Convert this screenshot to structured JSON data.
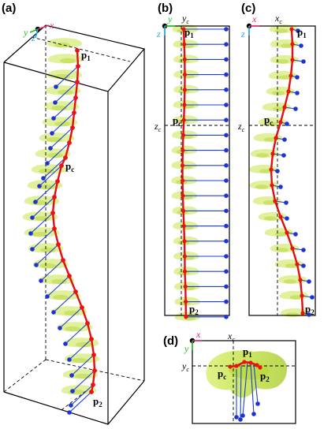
{
  "panels": {
    "a": {
      "label": "(a)",
      "axes": {
        "x": "x",
        "y": "y",
        "z": "z"
      },
      "points": {
        "p1": "p",
        "p1_sub": "1",
        "pc": "p",
        "pc_sub": "c",
        "p2": "p",
        "p2_sub": "2"
      }
    },
    "b": {
      "label": "(b)",
      "axes": {
        "y": "y",
        "z": "z"
      },
      "center_labels": {
        "top": "y",
        "top_sub": "c",
        "left": "z",
        "left_sub": "c"
      },
      "points": {
        "p1": "p",
        "p1_sub": "1",
        "pc": "p",
        "pc_sub": "c",
        "p2": "p",
        "p2_sub": "2"
      }
    },
    "c": {
      "label": "(c)",
      "axes": {
        "x": "x",
        "z": "z"
      },
      "center_labels": {
        "top": "x",
        "top_sub": "c",
        "left": "z",
        "left_sub": "c"
      },
      "points": {
        "p1": "p",
        "p1_sub": "1",
        "pc": "p",
        "pc_sub": "c",
        "p2": "p",
        "p2_sub": "2"
      }
    },
    "d": {
      "label": "(d)",
      "axes": {
        "x": "x",
        "y": "y"
      },
      "center_labels": {
        "top": "x",
        "top_sub": "c",
        "left": "y",
        "left_sub": "c"
      },
      "points": {
        "p1": "p",
        "p1_sub": "1",
        "pc": "p",
        "pc_sub": "c",
        "p2": "p",
        "p2_sub": "2"
      }
    }
  },
  "colors": {
    "spine_curve": "#e01010",
    "normal_lines": "#1e3ed8",
    "vertebrae": "#c8e84a",
    "axis_x": "#e8206a",
    "axis_y": "#22bb22",
    "axis_z": "#22aadd",
    "frame": "#000000"
  }
}
